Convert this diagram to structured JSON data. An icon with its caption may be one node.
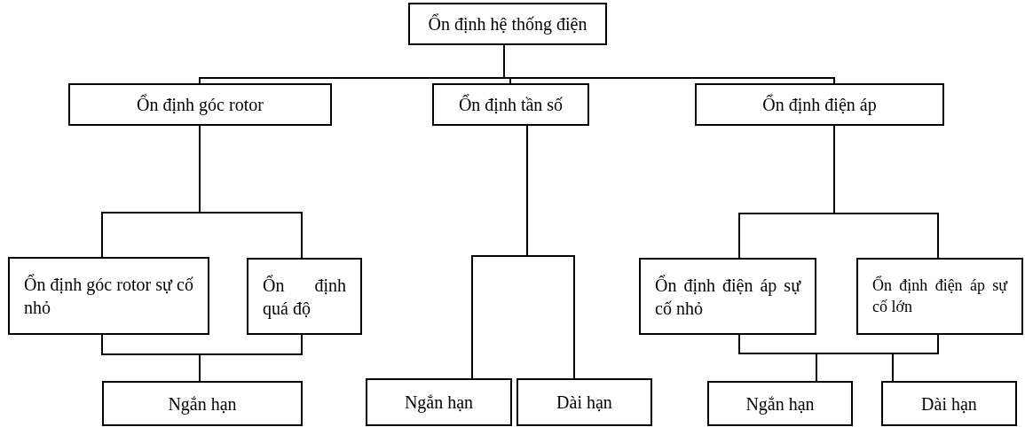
{
  "diagram": {
    "nodes": [
      {
        "text": [
          "Ổn định hệ thống điện"
        ]
      },
      {
        "text": [
          "Ổn định góc rotor"
        ]
      },
      {
        "text": [
          "Ổn định tần số"
        ]
      },
      {
        "text": [
          "Ổn định điện áp"
        ]
      },
      {
        "text": [
          "Ổn định góc rotor sự cố nhỏ"
        ]
      },
      {
        "text": [
          "Ổn định quá độ"
        ]
      },
      {
        "text": [
          "Ngắn hạn"
        ]
      },
      {
        "text": [
          "Ngắn hạn"
        ]
      },
      {
        "text": [
          "Dài hạn"
        ]
      },
      {
        "text": [
          "Ổn định điện áp sự cố nhỏ"
        ]
      },
      {
        "text": [
          "Ổn định điện áp sự cố lớn"
        ]
      },
      {
        "text": [
          "Ngắn hạn"
        ]
      },
      {
        "text": [
          "Dài hạn"
        ]
      }
    ],
    "edges": [
      {
        "from": 0,
        "to": 1,
        "arrow": "none"
      },
      {
        "from": 0,
        "to": 2,
        "arrow": "none"
      },
      {
        "from": 0,
        "to": 3,
        "arrow": "none"
      },
      {
        "from": 1,
        "to": 4,
        "arrow": "none"
      },
      {
        "from": 1,
        "to": 5,
        "arrow": "none"
      },
      {
        "from": 2,
        "to": 7,
        "arrow": "none"
      },
      {
        "from": 2,
        "to": 8,
        "arrow": "none"
      },
      {
        "from": 3,
        "to": 9,
        "arrow": "none"
      },
      {
        "from": 3,
        "to": 10,
        "arrow": "none"
      },
      {
        "from": 4,
        "to": 6,
        "arrow": "none"
      },
      {
        "from": 5,
        "to": 6,
        "arrow": "none"
      },
      {
        "from": 9,
        "to": 11,
        "arrow": "none"
      },
      {
        "from": 10,
        "to": 11,
        "arrow": "none"
      },
      {
        "from": 9,
        "to": 12,
        "arrow": "none"
      },
      {
        "from": 10,
        "to": 12,
        "arrow": "none"
      }
    ]
  }
}
